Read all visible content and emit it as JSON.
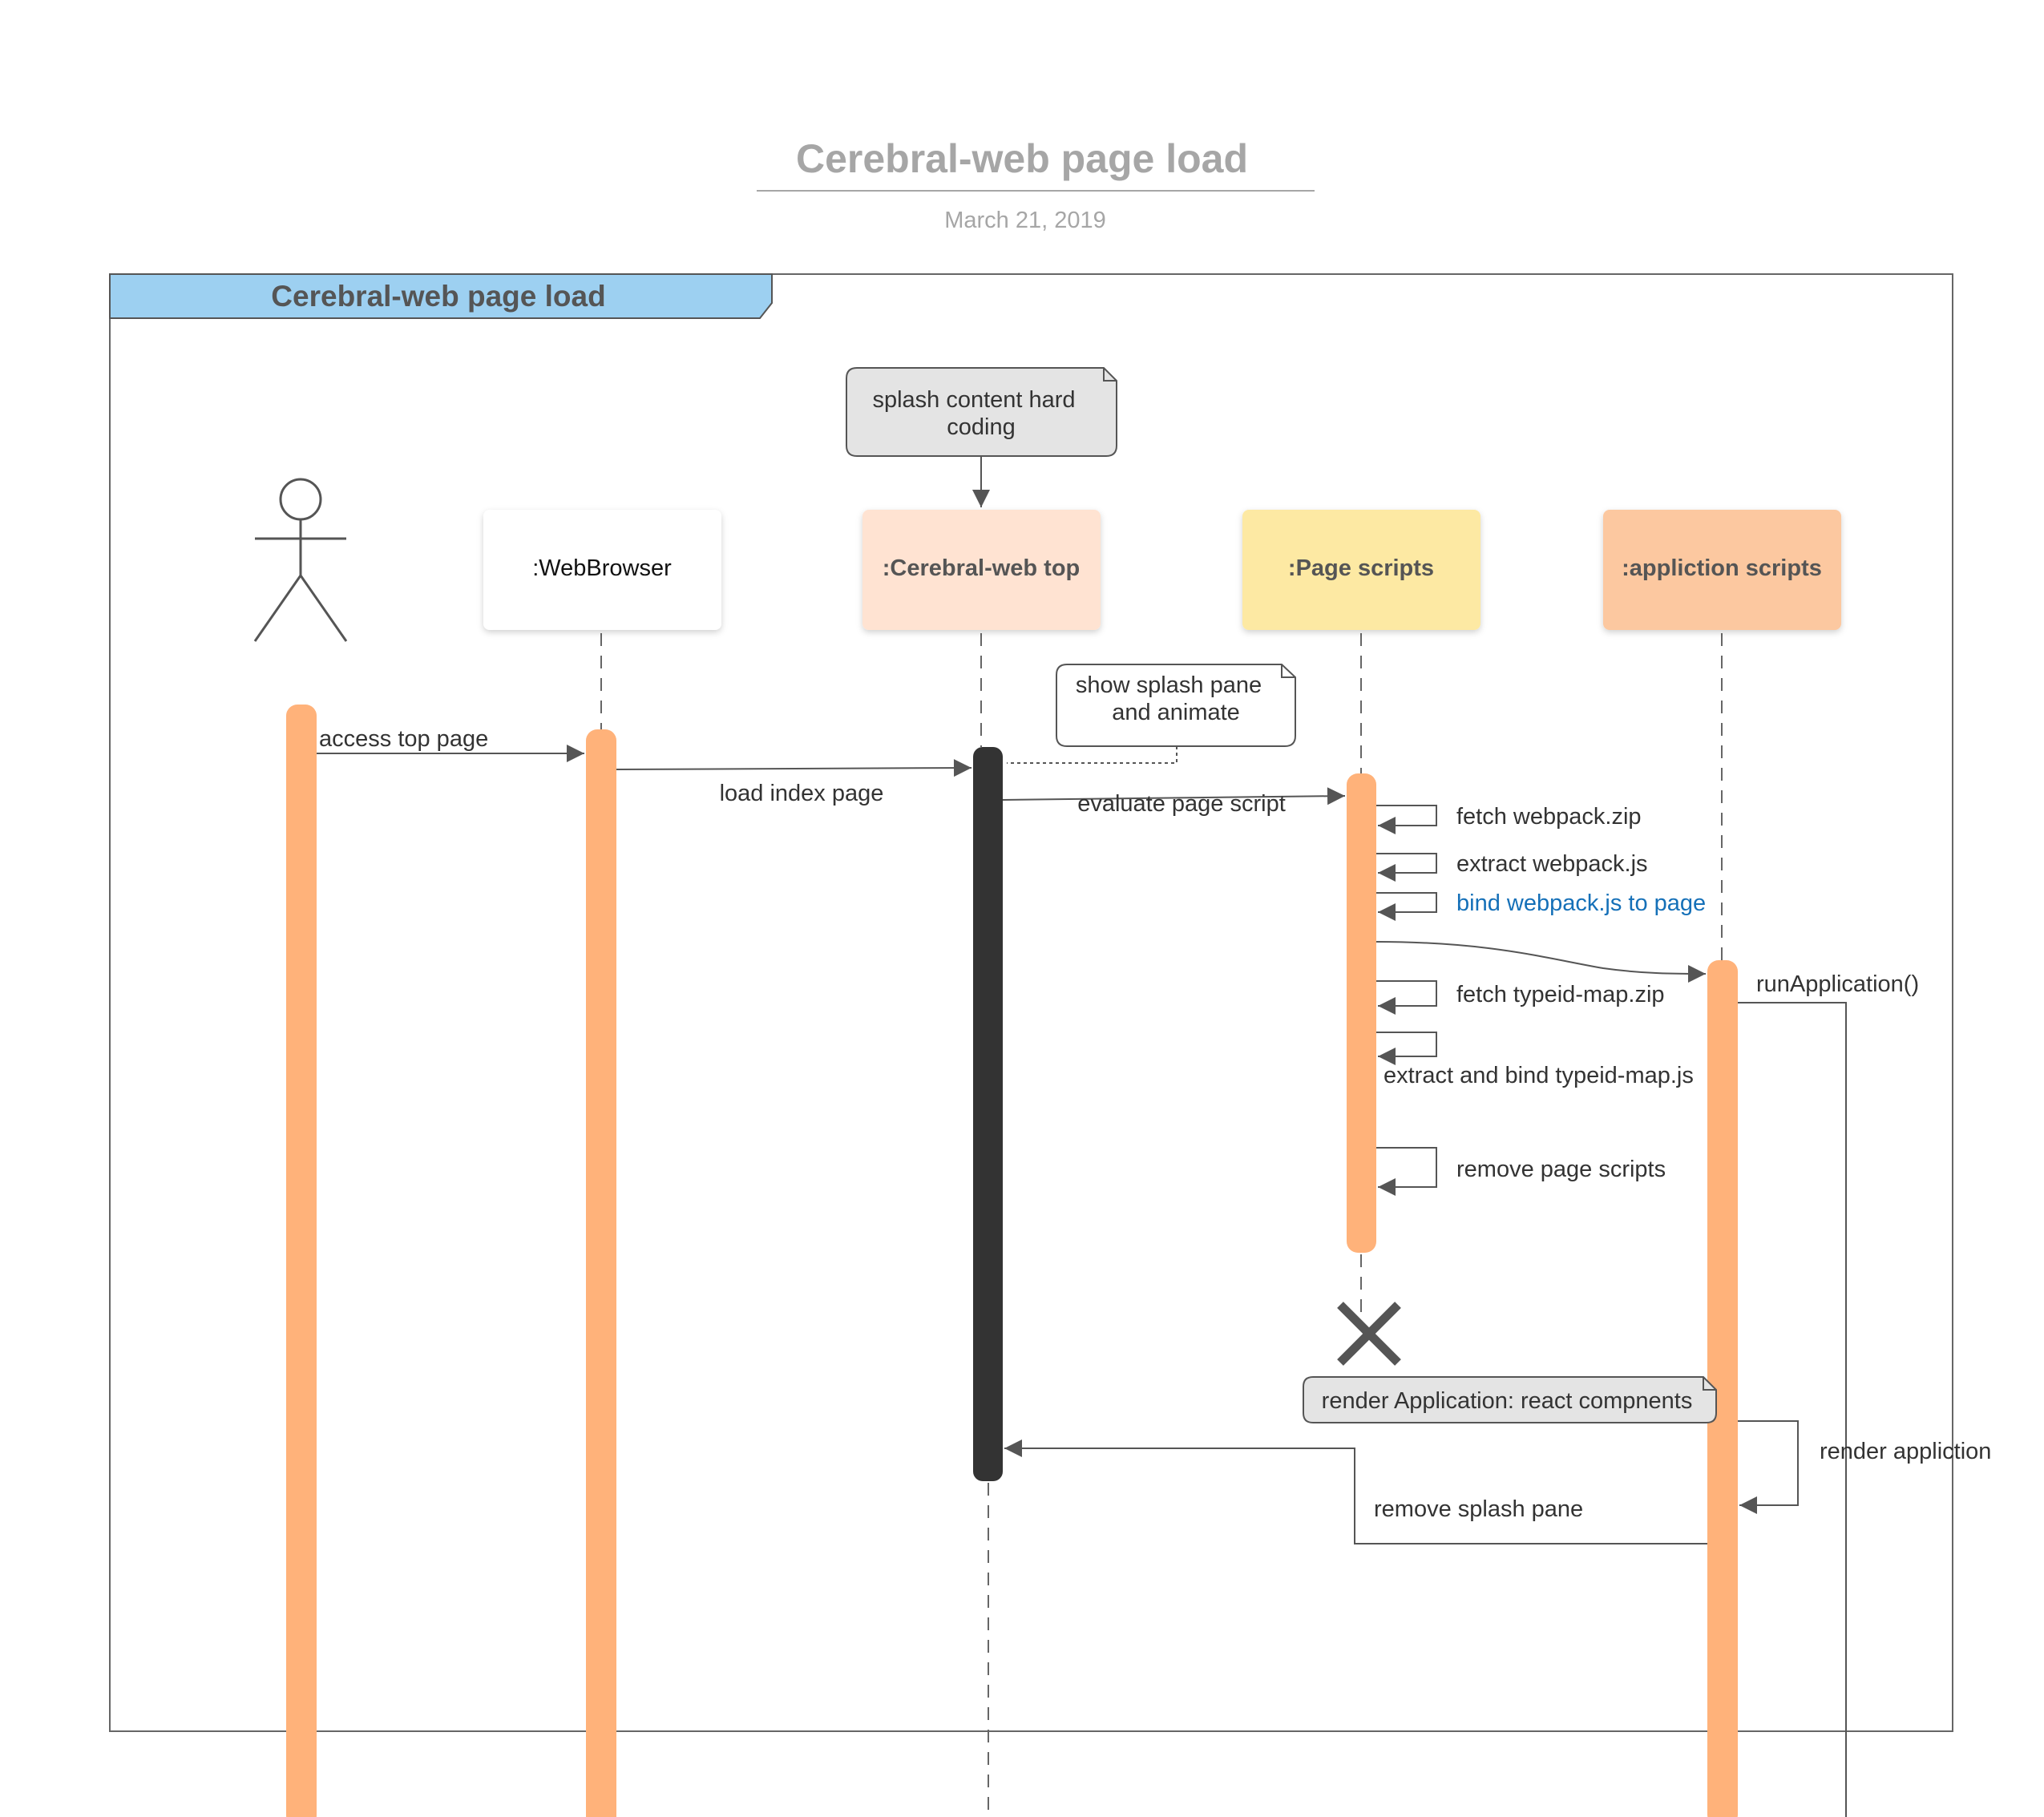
{
  "page": {
    "title": "Cerebral-web page load",
    "date": "March 21, 2019"
  },
  "frame": {
    "label": "Cerebral-web page load"
  },
  "participants": {
    "actor": {
      "icon": "stick-figure-icon"
    },
    "webbrowser": {
      "label": ":WebBrowser"
    },
    "cerebral_top": {
      "label": ":Cerebral-web top"
    },
    "page_scripts": {
      "label": ":Page scripts"
    },
    "app_scripts": {
      "label": ":appliction scripts"
    }
  },
  "notes": {
    "splash_hard_coding": [
      "splash content hard",
      "coding"
    ],
    "show_splash": [
      "show splash pane",
      "and animate"
    ],
    "render_application": "render Application: react compnents"
  },
  "messages": {
    "access_top_page": "access top page",
    "load_index_page": "load index page",
    "evaluate_page_script": "evaluate page script",
    "fetch_webpack_zip": "fetch webpack.zip",
    "extract_webpack_js": "extract webpack.js",
    "bind_webpack_js": "bind webpack.js to page",
    "run_application": "runApplication()",
    "fetch_typeid_map_zip": "fetch typeid-map.zip",
    "extract_bind_typeid": "extract and bind typeid-map.js",
    "remove_page_scripts": "remove page scripts",
    "render_appliction": "render appliction",
    "remove_splash_pane": "remove splash pane"
  },
  "colors": {
    "activation_orange": "#FFB27A",
    "activation_dark": "#333333",
    "frame_tab_blue": "#9DD0F1",
    "cerebral_box": "#FFE3D2",
    "page_scripts_box": "#FDE9A3",
    "app_scripts_box": "#FCC8A0",
    "note_fill": "#E4E4E4",
    "link_blue": "#1570B8"
  }
}
